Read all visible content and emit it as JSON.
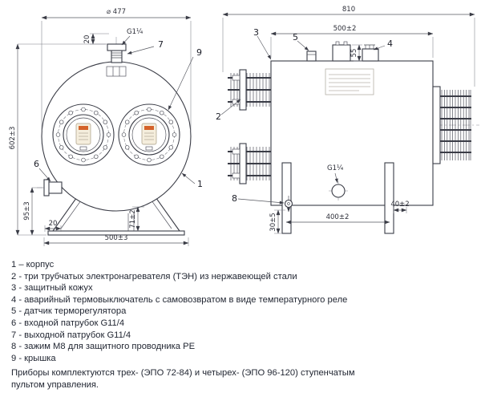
{
  "front_view": {
    "dim_diameter": "⌀ 477",
    "dim_nozzle": "20",
    "thread_outlet": "G1¼",
    "dim_height": "602±3",
    "dim_inlet_height": "95±3",
    "dim_inlet_offset": "20",
    "dim_base_width": "500±3",
    "dim_slot": "71±2",
    "callouts": {
      "c1": "1",
      "c6": "6",
      "c7": "7",
      "c9": "9"
    }
  },
  "side_view": {
    "dim_length": "810",
    "dim_casing": "500±2",
    "dim_thermostat": "55",
    "thread_drain": "G1¼",
    "dim_clamp_height": "30±5",
    "dim_leg_span": "400±2",
    "dim_leg_offset": "40±2",
    "callouts": {
      "c2": "2",
      "c3": "3",
      "c4": "4",
      "c5": "5",
      "c8": "8"
    }
  },
  "legend": {
    "items": [
      "1 – корпус",
      "2 - три трубчатых электронагревателя (ТЭН) из нержавеющей стали",
      "3 - защитный кожух",
      "4 - аварийный термовыключатель с самовозвратом в виде температурного реле",
      "5 - датчик терморегулятора",
      "6 - входной патрубок G11/4",
      "7 - выходной патрубок G11/4",
      "8 - зажим М8 для защитного проводника РЕ",
      "9 - крышка"
    ],
    "note": "Приборы комплектуются трех- (ЭПО 72-84) и четырех- (ЭПО 96-120) ступенчатым пультом управления."
  }
}
